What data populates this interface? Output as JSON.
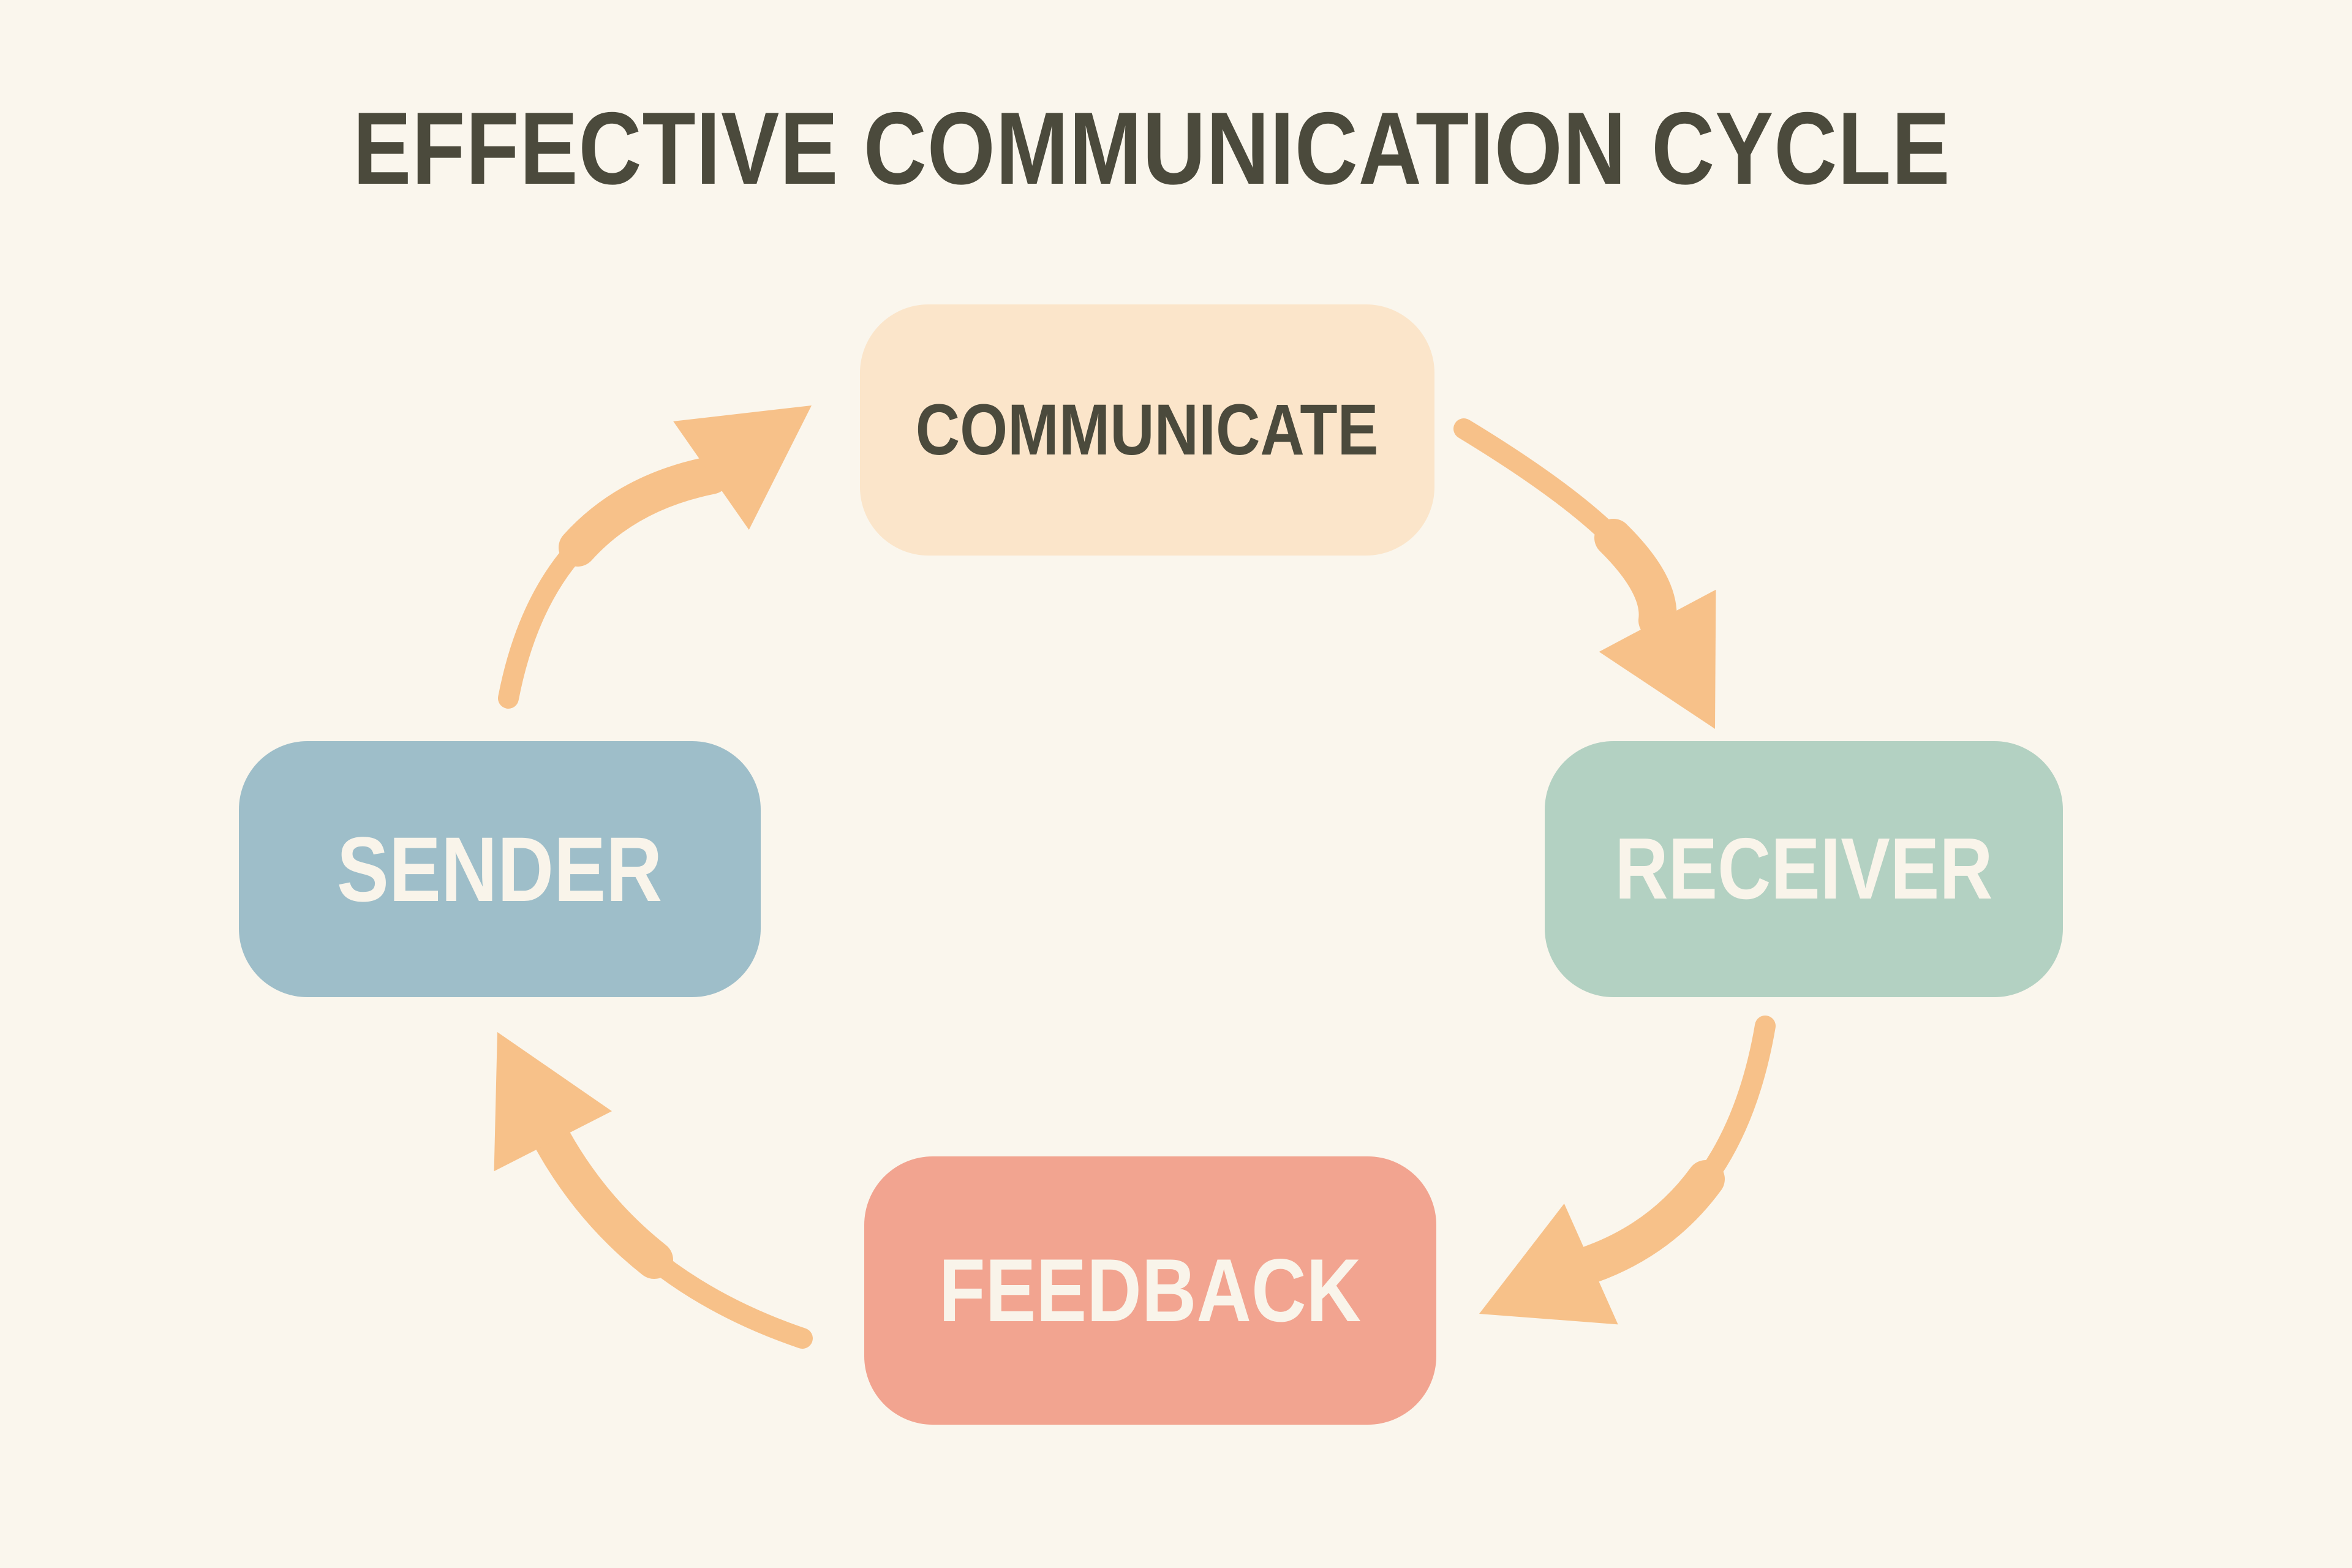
{
  "title": "EFFECTIVE COMMUNICATION CYCLE",
  "diagram": {
    "type": "cycle",
    "flow_clockwise": [
      "SENDER",
      "COMMUNICATE",
      "RECEIVER",
      "FEEDBACK"
    ],
    "nodes": [
      {
        "id": "communicate",
        "label": "COMMUNICATE",
        "position": "top",
        "fill": "#FBE5CA",
        "text_color": "#4B4A3C"
      },
      {
        "id": "receiver",
        "label": "RECEIVER",
        "position": "right",
        "fill": "#B3D1C2",
        "text_color": "#F9F4EA"
      },
      {
        "id": "feedback",
        "label": "FEEDBACK",
        "position": "bottom",
        "fill": "#F2A490",
        "text_color": "#F9F4EA"
      },
      {
        "id": "sender",
        "label": "SENDER",
        "position": "left",
        "fill": "#9EBEC9",
        "text_color": "#F9F4EA"
      }
    ],
    "arrows": [
      {
        "from": "sender",
        "to": "communicate"
      },
      {
        "from": "communicate",
        "to": "receiver"
      },
      {
        "from": "receiver",
        "to": "feedback"
      },
      {
        "from": "feedback",
        "to": "sender"
      }
    ]
  },
  "colors": {
    "background": "#FAF6ED",
    "title_text": "#4B4A3C",
    "arrow": "#F7C189"
  }
}
